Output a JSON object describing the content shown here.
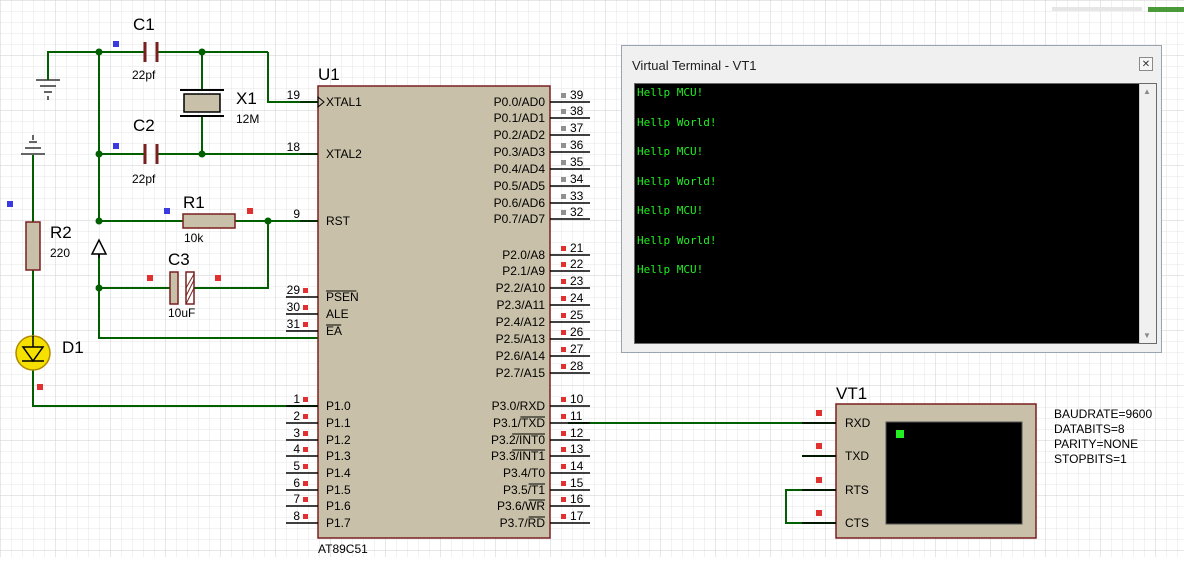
{
  "grid": {
    "minor_color": "#e4e4e4",
    "major_color": "#cfcfcf"
  },
  "colors": {
    "wire": "#006000",
    "body_fill": "#c8c0a8",
    "body_stroke": "#7a1f1f",
    "pin_red": "#e03030",
    "pin_blue": "#3a3ae0",
    "pin_gray": "#909090",
    "led_fill": "#f5e000",
    "terminal_text": "#22ee22"
  },
  "mcu": {
    "ref": "U1",
    "part": "AT89C51",
    "left_pins": [
      {
        "num": "19",
        "name": "XTAL1"
      },
      {
        "num": "18",
        "name": "XTAL2"
      },
      {
        "num": "9",
        "name": "RST"
      },
      {
        "num": "29",
        "name": "PSEN"
      },
      {
        "num": "30",
        "name": "ALE"
      },
      {
        "num": "31",
        "name": "EA"
      },
      {
        "num": "1",
        "name": "P1.0"
      },
      {
        "num": "2",
        "name": "P1.1"
      },
      {
        "num": "3",
        "name": "P1.2"
      },
      {
        "num": "4",
        "name": "P1.3"
      },
      {
        "num": "5",
        "name": "P1.4"
      },
      {
        "num": "6",
        "name": "P1.5"
      },
      {
        "num": "7",
        "name": "P1.6"
      },
      {
        "num": "8",
        "name": "P1.7"
      }
    ],
    "right_pins": [
      {
        "num": "39",
        "name": "P0.0/AD0"
      },
      {
        "num": "38",
        "name": "P0.1/AD1"
      },
      {
        "num": "37",
        "name": "P0.2/AD2"
      },
      {
        "num": "36",
        "name": "P0.3/AD3"
      },
      {
        "num": "35",
        "name": "P0.4/AD4"
      },
      {
        "num": "34",
        "name": "P0.5/AD5"
      },
      {
        "num": "33",
        "name": "P0.6/AD6"
      },
      {
        "num": "32",
        "name": "P0.7/AD7"
      },
      {
        "num": "21",
        "name": "P2.0/A8"
      },
      {
        "num": "22",
        "name": "P2.1/A9"
      },
      {
        "num": "23",
        "name": "P2.2/A10"
      },
      {
        "num": "24",
        "name": "P2.3/A11"
      },
      {
        "num": "25",
        "name": "P2.4/A12"
      },
      {
        "num": "26",
        "name": "P2.5/A13"
      },
      {
        "num": "27",
        "name": "P2.6/A14"
      },
      {
        "num": "28",
        "name": "P2.7/A15"
      },
      {
        "num": "10",
        "name": "P3.0/RXD"
      },
      {
        "num": "11",
        "name": "P3.1/TXD"
      },
      {
        "num": "12",
        "name": "P3.2/INT0"
      },
      {
        "num": "13",
        "name": "P3.3/INT1"
      },
      {
        "num": "14",
        "name": "P3.4/T0"
      },
      {
        "num": "15",
        "name": "P3.5/T1"
      },
      {
        "num": "16",
        "name": "P3.6/WR"
      },
      {
        "num": "17",
        "name": "P3.7/RD"
      }
    ]
  },
  "components": {
    "c1": {
      "ref": "C1",
      "value": "22pf"
    },
    "c2": {
      "ref": "C2",
      "value": "22pf"
    },
    "x1": {
      "ref": "X1",
      "value": "12M"
    },
    "r1": {
      "ref": "R1",
      "value": "10k"
    },
    "c3": {
      "ref": "C3",
      "value": "10uF"
    },
    "r2": {
      "ref": "R2",
      "value": "220"
    },
    "d1": {
      "ref": "D1"
    }
  },
  "terminal": {
    "title": "Virtual Terminal - VT1",
    "lines": [
      "Hellp MCU!",
      "Hellp World!",
      "Hellp MCU!",
      "Hellp World!",
      "Hellp MCU!",
      "Hellp World!",
      "Hellp MCU!"
    ]
  },
  "vt1": {
    "ref": "VT1",
    "pins": [
      "RXD",
      "TXD",
      "RTS",
      "CTS"
    ],
    "settings": [
      "BAUDRATE=9600",
      "DATABITS=8",
      "PARITY=NONE",
      "STOPBITS=1"
    ]
  }
}
